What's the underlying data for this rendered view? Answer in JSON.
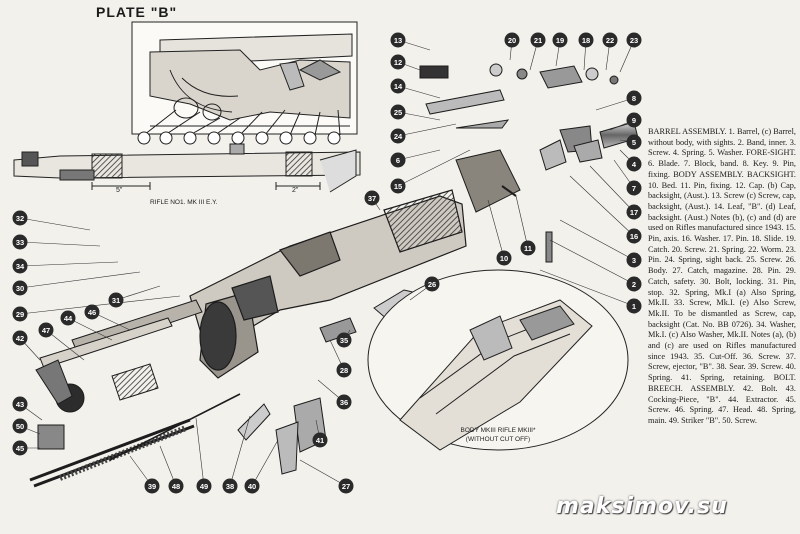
{
  "plate": {
    "title": "PLATE \"B\""
  },
  "rifle": {
    "caption": "RIFLE NO1. MK III E.Y.",
    "dim_left": "5\"",
    "dim_right": "2\""
  },
  "body_inset": {
    "caption_line1": "BODY MKIII RIFLE MKIII*",
    "caption_line2": "(WITHOUT CUT OFF)"
  },
  "description": "BARREL ASSEMBLY. 1. Barrel, (c) Barrel, without body, with sights. 2. Band, inner. 3. Screw. 4. Spring. 5. Washer. FORE-SIGHT. 6. Blade. 7. Block, band. 8. Key. 9. Pin, fixing. BODY ASSEMBLY. BACKSIGHT. 10. Bed. 11. Pin, fixing. 12. Cap. (b) Cap, backsight, (Aust.). 13. Screw (c) Screw, cap, backsight, (Aust.). 14. Leaf, \"B\". (d) Leaf, backsight. (Aust.) Notes (b), (c) and (d) are used on Rifles manufactured since 1943. 15. Pin, axis. 16. Washer. 17. Pin. 18. Slide. 19. Catch. 20. Screw. 21. Spring. 22. Worm. 23. Pin. 24. Spring, sight back. 25. Screw. 26. Body. 27. Catch, magazine. 28. Pin. 29. Catch, safety. 30. Bolt, locking. 31. Pin, stop. 32. Spring, Mk.I (a) Also Spring, Mk.II. 33. Screw, Mk.I. (e) Also Screw, Mk.II. To be dismantled as Screw, cap, backsight (Cat. No. BB 0726). 34. Washer, Mk.I. (c) Also Washer, Mk.II. Notes (a), (b) and (c) are used on Rifles manufactured since 1943. 35. Cut-Off. 36. Screw. 37. Screw, ejector, \"B\". 38. Sear. 39. Screw. 40. Spring. 41. Spring, retaining. BOLT. BREECH. ASSEMBLY. 42. Bolt. 43. Cocking-Piece, \"B\". 44. Extractor. 45. Screw. 46. Spring. 47. Head. 48. Spring, main. 49. Striker \"B\". 50. Screw.",
  "watermark": "maksimov.su",
  "callouts": [
    "13",
    "12",
    "14",
    "25",
    "24",
    "6",
    "15",
    "20",
    "21",
    "19",
    "18",
    "22",
    "23",
    "8",
    "9",
    "5",
    "4",
    "7",
    "17",
    "16",
    "3",
    "2",
    "1",
    "10",
    "11",
    "37",
    "32",
    "33",
    "34",
    "30",
    "31",
    "29",
    "47",
    "44",
    "46",
    "42",
    "43",
    "50",
    "45",
    "49",
    "48",
    "39",
    "38",
    "40",
    "41",
    "27",
    "36",
    "28",
    "35",
    "26"
  ]
}
